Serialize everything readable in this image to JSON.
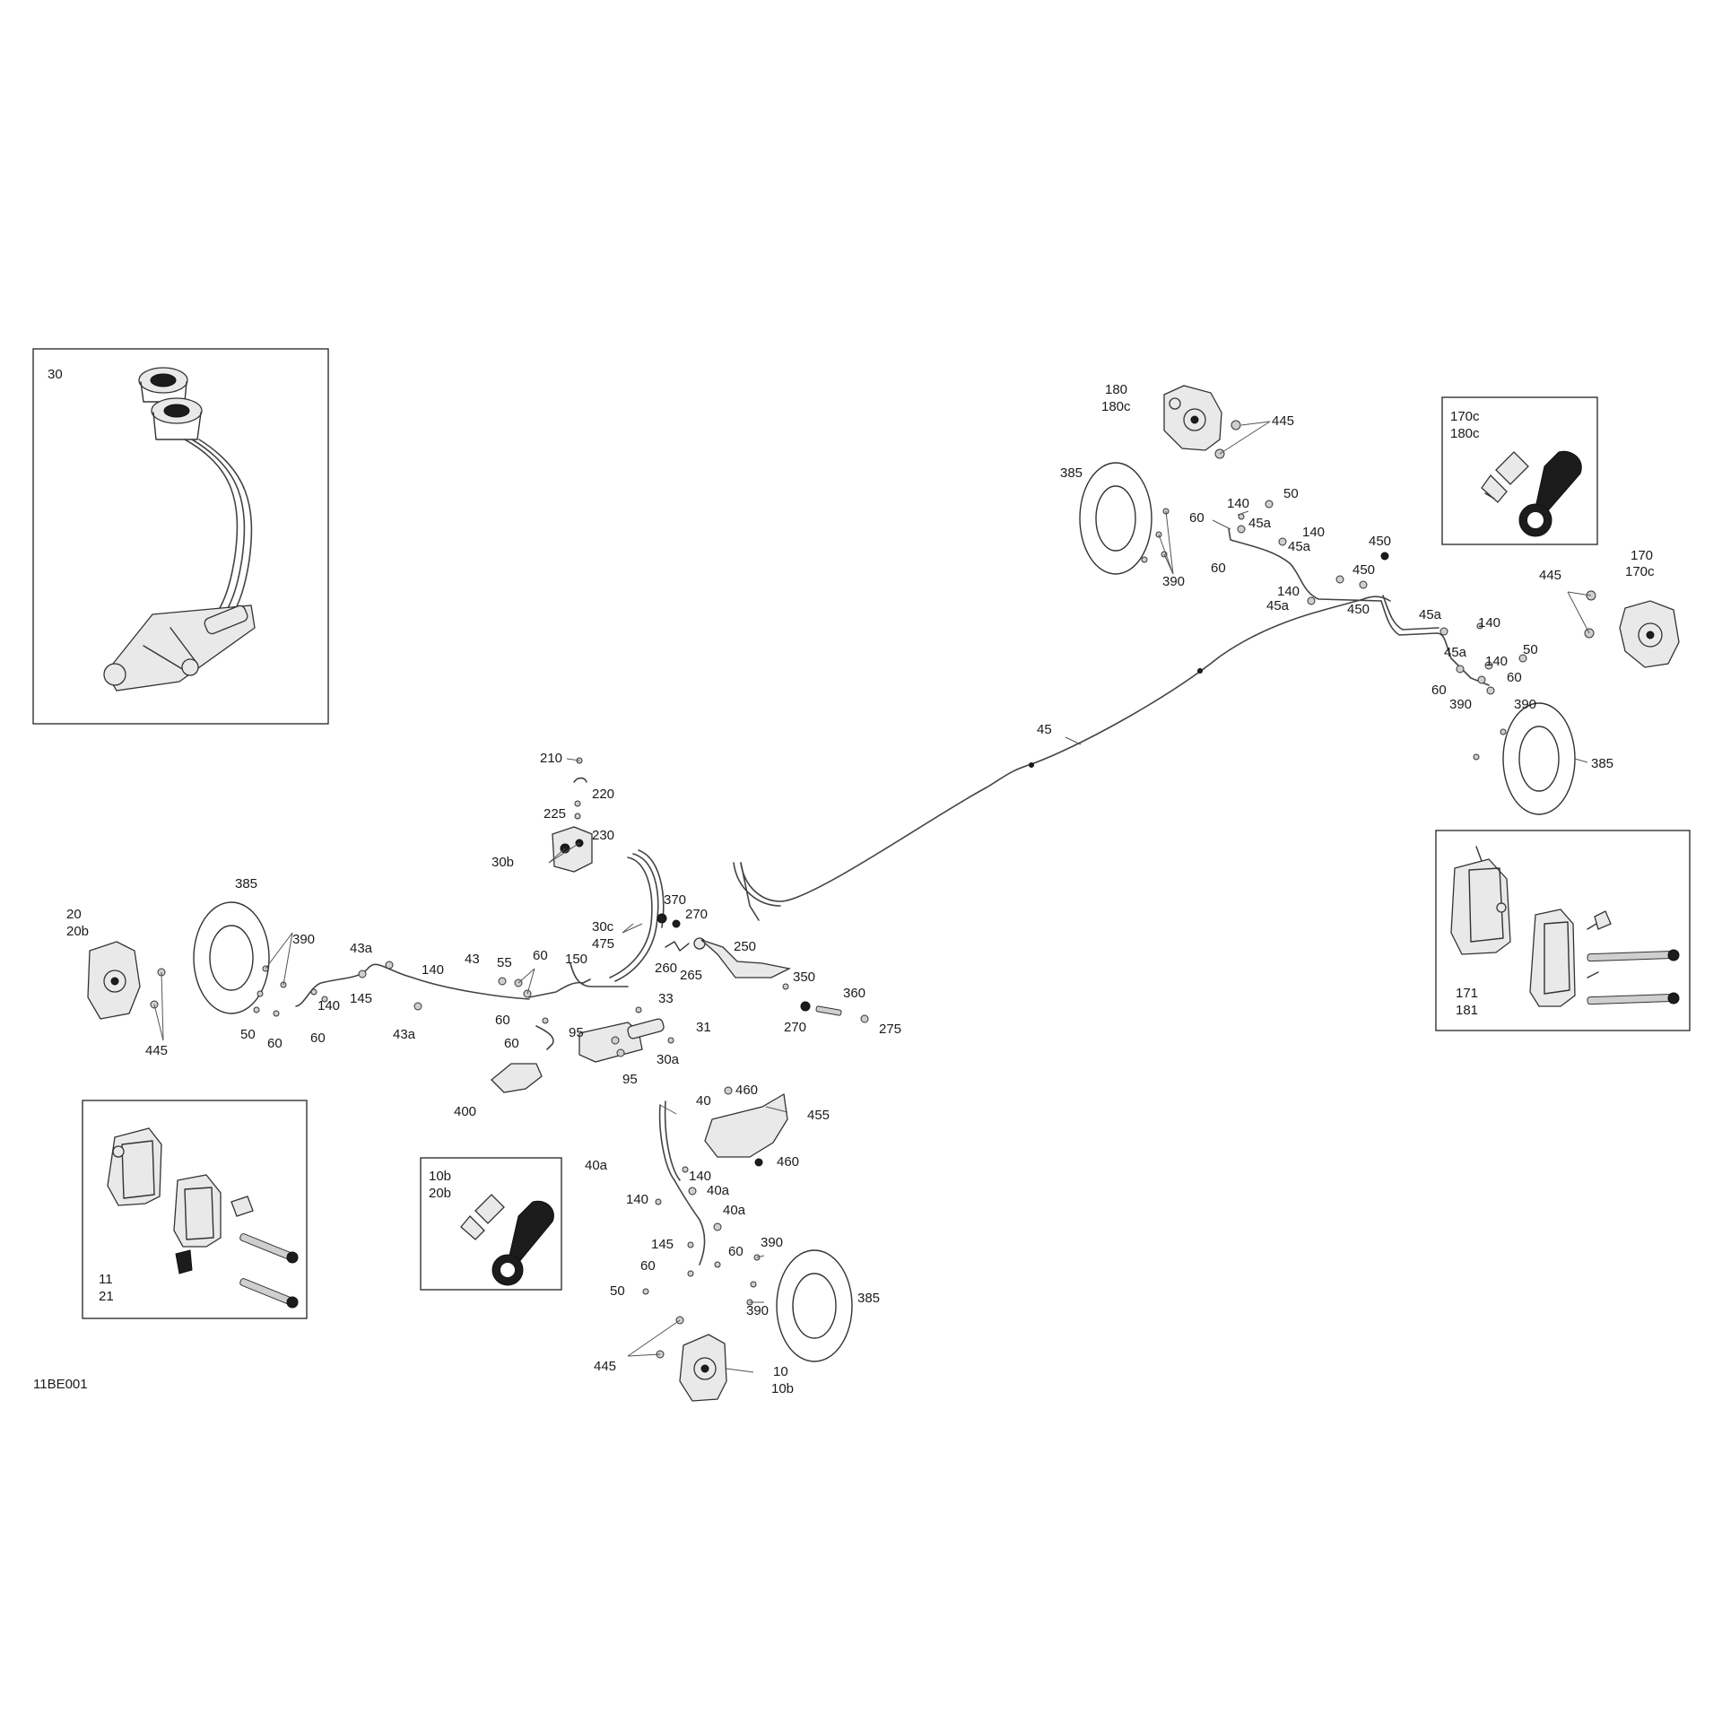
{
  "figure_id": "11BE001",
  "callouts": {
    "c_30": "30",
    "c_180": "180",
    "c_180c": "180c",
    "c_445_tr": "445",
    "c_385_tr": "385",
    "c_140_a": "140",
    "c_50_a": "50",
    "c_60_a": "60",
    "c_45a_a": "45a",
    "c_140_b": "140",
    "c_45a_b": "45a",
    "c_390_tr": "390",
    "c_60_b": "60",
    "c_450_a": "450",
    "c_450_b": "450",
    "c_140_c": "140",
    "c_45a_c": "45a",
    "c_450_c": "450",
    "c_45a_d": "45a",
    "c_140_d": "140",
    "c_45a_e": "45a",
    "c_50_b": "50",
    "c_140_e": "140",
    "c_60_c": "60",
    "c_60_d": "60",
    "c_390_r1": "390",
    "c_390_r2": "390",
    "c_385_r": "385",
    "c_445_r": "445",
    "c_170": "170",
    "c_170c": "170c",
    "c_45": "45",
    "c_210": "210",
    "c_220": "220",
    "c_225": "225",
    "c_230": "230",
    "c_30b": "30b",
    "c_385_l": "385",
    "c_20": "20",
    "c_20b": "20b",
    "c_390_l": "390",
    "c_43a_a": "43a",
    "c_43": "43",
    "c_140_l": "140",
    "c_55": "55",
    "c_60_l1": "60",
    "c_150": "150",
    "c_145_l": "145",
    "c_140_l2": "140",
    "c_50_l": "50",
    "c_60_l2": "60",
    "c_60_l3": "60",
    "c_43a_b": "43a",
    "c_445_l": "445",
    "c_60_l4": "60",
    "c_60_l5": "60",
    "c_370": "370",
    "c_270_a": "270",
    "c_30c": "30c",
    "c_475": "475",
    "c_250": "250",
    "c_260": "260",
    "c_265": "265",
    "c_350": "350",
    "c_360": "360",
    "c_270_b": "270",
    "c_275": "275",
    "c_33": "33",
    "c_31": "31",
    "c_95_a": "95",
    "c_95_b": "95",
    "c_30a": "30a",
    "c_400": "400",
    "c_40": "40",
    "c_460_a": "460",
    "c_455": "455",
    "c_460_b": "460",
    "c_40a_a": "40a",
    "c_140_m": "140",
    "c_140_m2": "140",
    "c_40a_b": "40a",
    "c_40a_c": "40a",
    "c_145_m": "145",
    "c_60_m1": "60",
    "c_60_m2": "60",
    "c_390_m1": "390",
    "c_390_m2": "390",
    "c_50_m": "50",
    "c_385_m": "385",
    "c_445_m": "445",
    "c_10": "10",
    "c_10b": "10b"
  },
  "insets": {
    "master_cylinder": {
      "label": "30"
    },
    "bleeder_right": {
      "line1": "170c",
      "line2": "180c"
    },
    "pads_right": {
      "line1": "171",
      "line2": "181"
    },
    "pads_left": {
      "line1": "11",
      "line2": "21"
    },
    "bleeder_left": {
      "line1": "10b",
      "line2": "20b"
    }
  }
}
